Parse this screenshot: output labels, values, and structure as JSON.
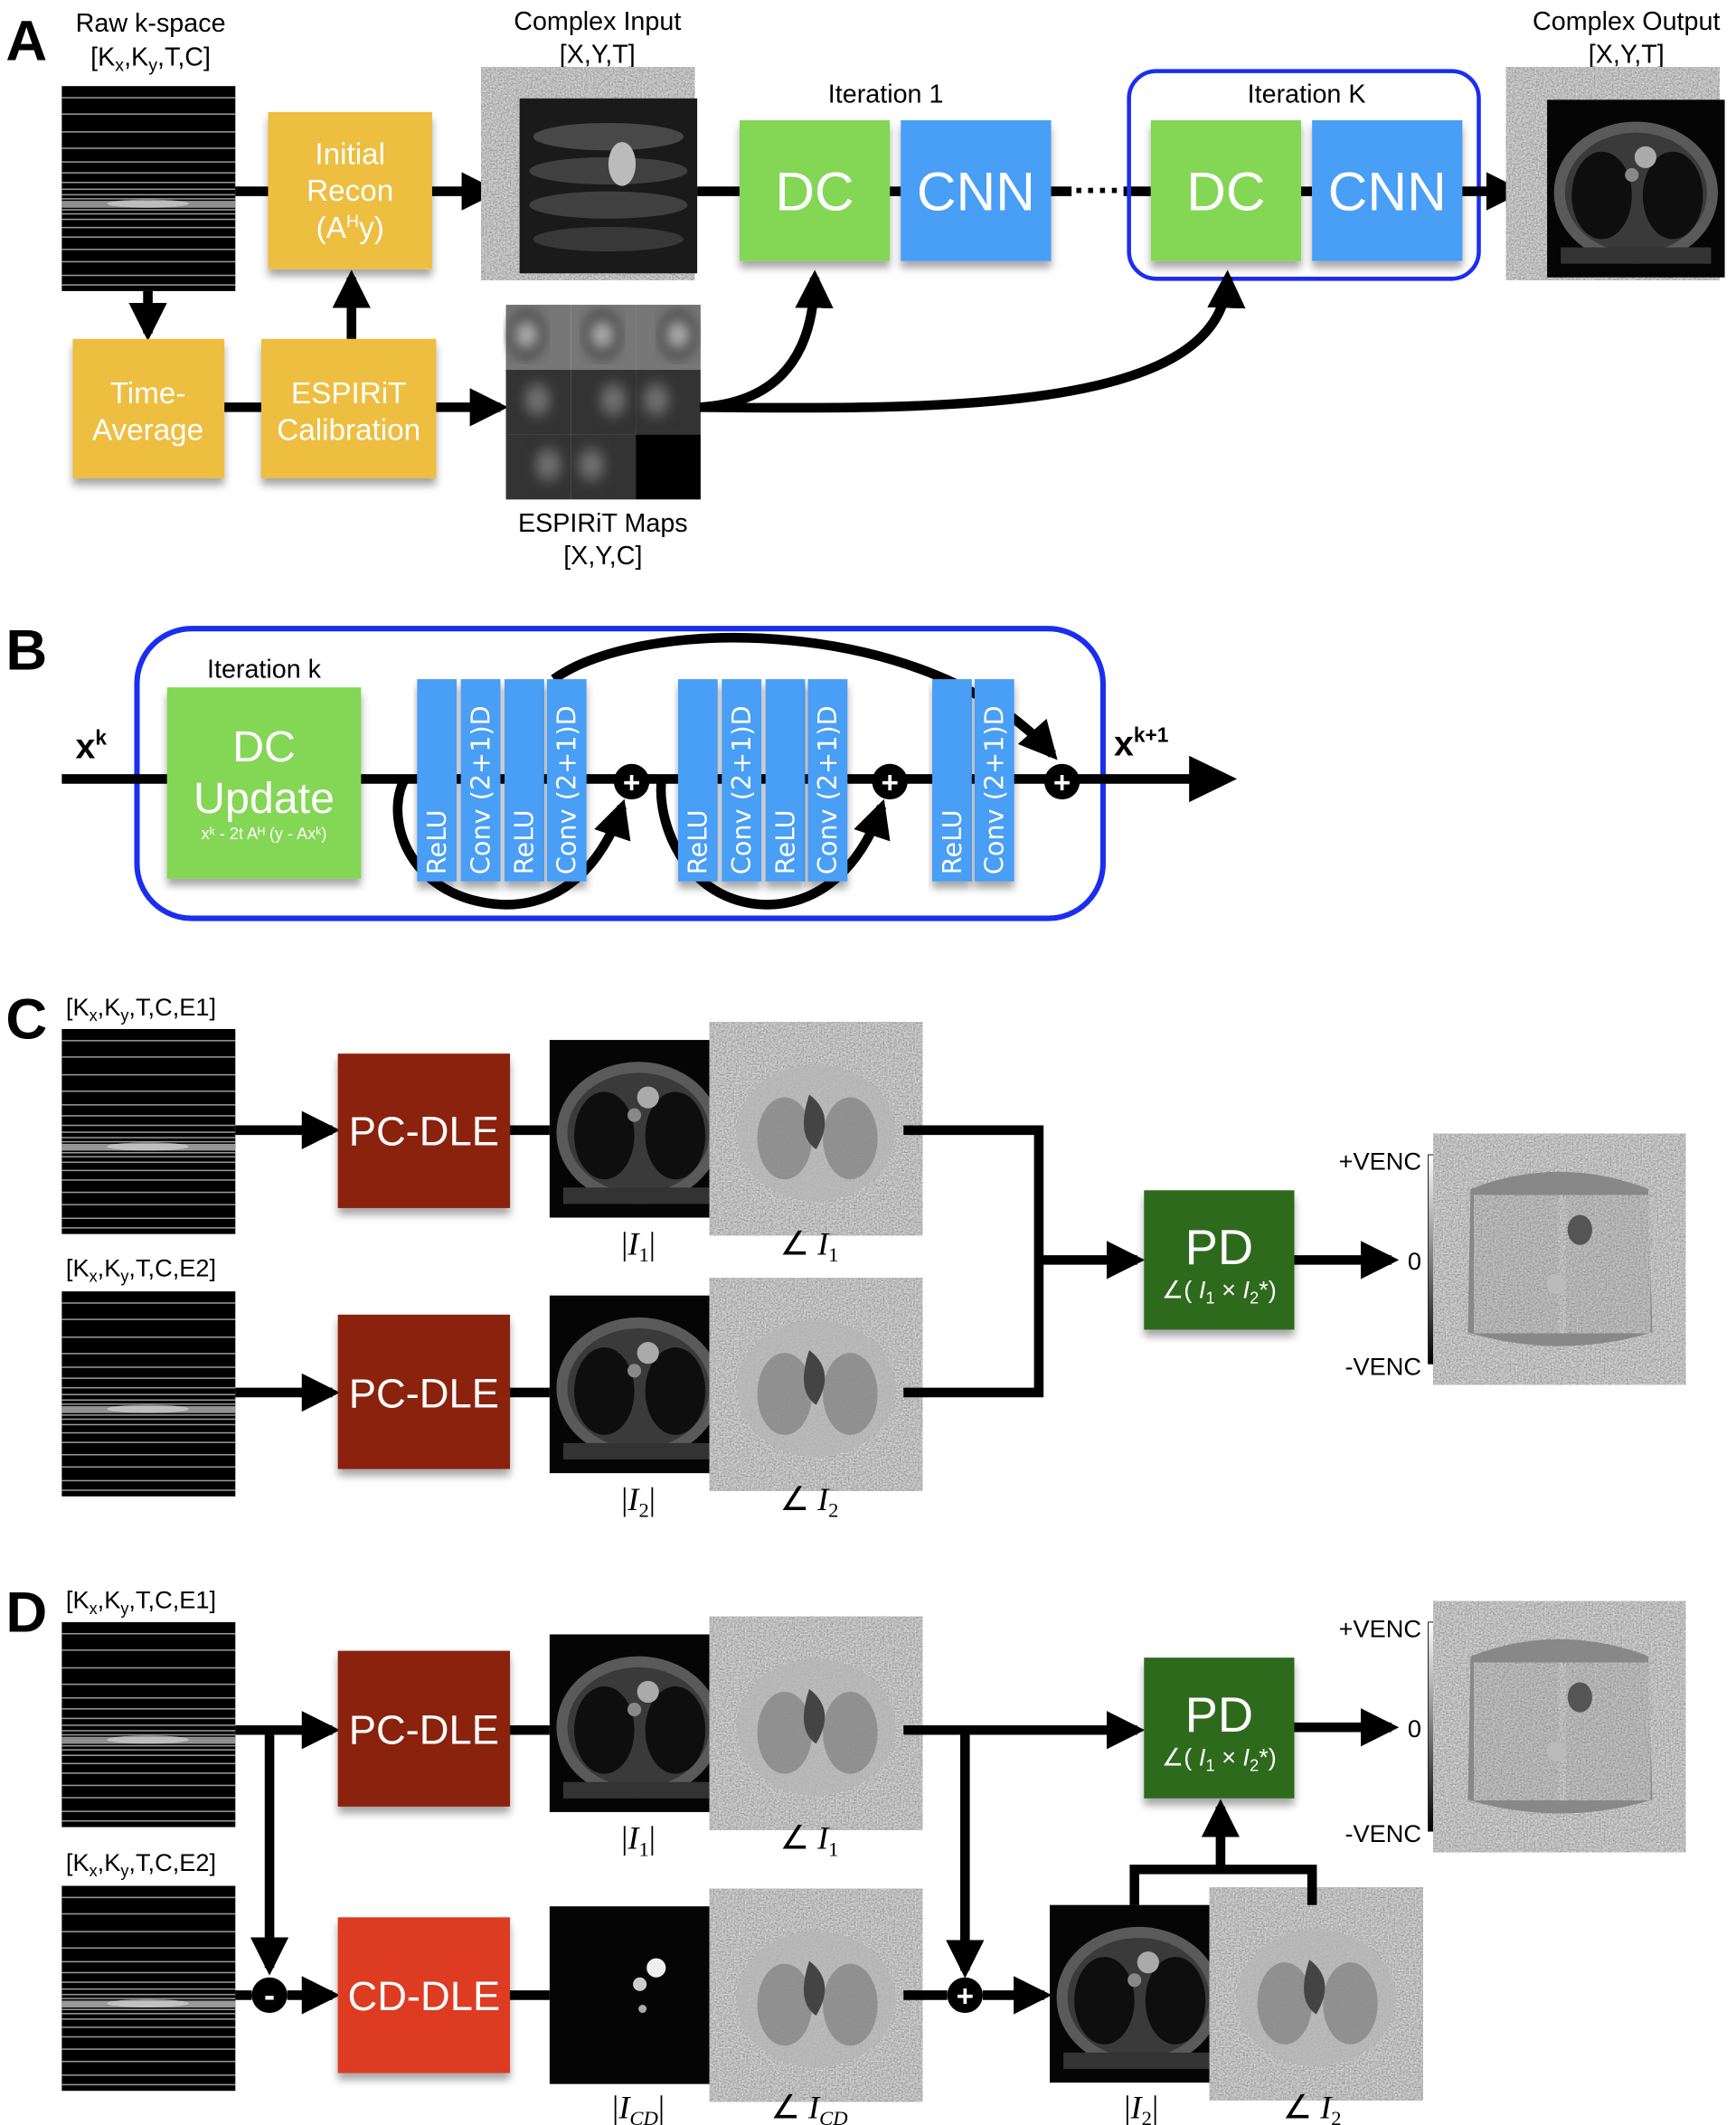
{
  "colors": {
    "yellow": "#EEBE40",
    "green": "#84D655",
    "blue": "#4A9EF5",
    "frame": "#1A2EF0",
    "pc_dle": "#8B2010",
    "cd_dle": "#DD3B24",
    "pd": "#2E6B1E"
  },
  "panel_a": {
    "label": "A",
    "raw_kspace": {
      "title": "Raw k-space",
      "dims": {
        "a": "[K",
        "b": "x",
        "c": ",K",
        "d": "y",
        "e": ",T,C]"
      }
    },
    "initial_recon": {
      "line1": "Initial",
      "line2": "Recon",
      "line3_pre": "(A",
      "line3_sup": "H",
      "line3_post": "y)"
    },
    "complex_input": {
      "title": "Complex Input",
      "dims": "[X,Y,T]"
    },
    "iteration_1": {
      "title": "Iteration 1",
      "dc": "DC",
      "cnn": "CNN"
    },
    "dots": "····",
    "iteration_k": {
      "title": "Iteration K",
      "dc": "DC",
      "cnn": "CNN"
    },
    "complex_output": {
      "title": "Complex Output",
      "dims": "[X,Y,T]"
    },
    "time_average": {
      "line1": "Time-",
      "line2": "Average"
    },
    "espirit_calibration": {
      "line1": "ESPIRiT",
      "line2": "Calibration"
    },
    "espirit_maps": {
      "title": "ESPIRiT Maps",
      "dims": "[X,Y,C]"
    }
  },
  "panel_b": {
    "label": "B",
    "title": "Iteration k",
    "x_in": {
      "base": "x",
      "sup": "k"
    },
    "x_out": {
      "base": "x",
      "sup": "k+1"
    },
    "dc_update": {
      "line1": "DC",
      "line2": "Update",
      "formula": "xᵏ - 2t Aᴴ (y - Axᵏ)"
    },
    "layers": [
      "ReLU",
      "Conv (2+1)D",
      "ReLU",
      "Conv (2+1)D",
      "ReLU",
      "Conv (2+1)D",
      "ReLU",
      "Conv (2+1)D",
      "ReLU",
      "Conv (2+1)D"
    ],
    "plus": "+"
  },
  "panel_c": {
    "label": "C",
    "e1": {
      "a": "[K",
      "b": "x",
      "c": ",K",
      "d": "y",
      "e": ",T,C,E1]"
    },
    "e2": {
      "a": "[K",
      "b": "x",
      "c": ",K",
      "d": "y",
      "e": ",T,C,E2]"
    },
    "pc_dle": "PC-DLE",
    "mag1": {
      "pre": "|",
      "v": "I",
      "sub": "1",
      "post": "|"
    },
    "phase1": {
      "pre": "∠ ",
      "v": "I",
      "sub": "1"
    },
    "mag2": {
      "pre": "|",
      "v": "I",
      "sub": "2",
      "post": "|"
    },
    "phase2": {
      "pre": "∠ ",
      "v": "I",
      "sub": "2"
    },
    "pd": {
      "title": "PD",
      "f1": "∠( ",
      "v1": "I",
      "s1": "1",
      "f2": " × ",
      "v2": "I",
      "s2": "2",
      "f3": "*)"
    },
    "colorbar": {
      "max": "+VENC",
      "mid": "0",
      "min": "-VENC"
    }
  },
  "panel_d": {
    "label": "D",
    "e1": {
      "a": "[K",
      "b": "x",
      "c": ",K",
      "d": "y",
      "e": ",T,C,E1]"
    },
    "e2": {
      "a": "[K",
      "b": "x",
      "c": ",K",
      "d": "y",
      "e": ",T,C,E2]"
    },
    "pc_dle": "PC-DLE",
    "cd_dle": "CD-DLE",
    "minus": "-",
    "plus": "+",
    "mag1": {
      "pre": "|",
      "v": "I",
      "sub": "1",
      "post": "|"
    },
    "phase1": {
      "pre": "∠ ",
      "v": "I",
      "sub": "1"
    },
    "mag_cd": {
      "pre": "|",
      "v": "I",
      "sub": "CD",
      "post": "|"
    },
    "phase_cd": {
      "pre": "∠ ",
      "v": "I",
      "sub": "CD"
    },
    "mag2": {
      "pre": "|",
      "v": "I",
      "sub": "2",
      "post": "|"
    },
    "phase2": {
      "pre": "∠ ",
      "v": "I",
      "sub": "2"
    },
    "pd": {
      "title": "PD",
      "f1": "∠( ",
      "v1": "I",
      "s1": "1",
      "f2": " × ",
      "v2": "I",
      "s2": "2",
      "f3": "*)"
    },
    "colorbar": {
      "max": "+VENC",
      "mid": "0",
      "min": "-VENC"
    }
  }
}
